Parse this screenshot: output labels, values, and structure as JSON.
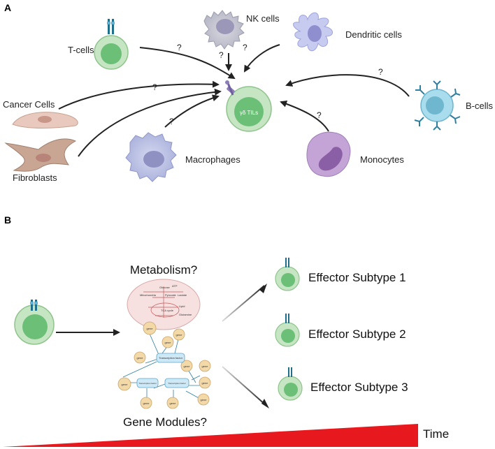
{
  "panels": {
    "a": "A",
    "b": "B"
  },
  "panel_a": {
    "center_label": "γδ TILs",
    "question": "?",
    "cells": {
      "t_cells": "T-cells",
      "nk_cells": "NK cells",
      "dendritic": "Dendritic cells",
      "cancer": "Cancer Cells",
      "fibroblasts": "Fibroblasts",
      "macrophages": "Macrophages",
      "monocytes": "Monocytes",
      "b_cells": "B-cells"
    }
  },
  "panel_b": {
    "metabolism": "Metabolism?",
    "gene_modules": "Gene Modules?",
    "effectors": [
      "Effector Subtype 1",
      "Effector Subtype 2",
      "Effector Subtype 3"
    ],
    "time": "Time",
    "gene": "gene",
    "tf": "Transcription factor",
    "metab_terms": [
      "Glucose",
      "Pyruvate",
      "Lactate",
      "TCA cycle",
      "Mitochondria",
      "Lipid",
      "Glutamine",
      "ATP"
    ]
  },
  "colors": {
    "t_cell_outer": "#c6e5c3",
    "t_cell_inner": "#6cbf77",
    "tcr": "#1f6f8b",
    "arrow": "#222222",
    "time_wedge": "#e8191e",
    "gene_circle": "#f4d9a8",
    "tf_box": "#cfe8f5"
  }
}
